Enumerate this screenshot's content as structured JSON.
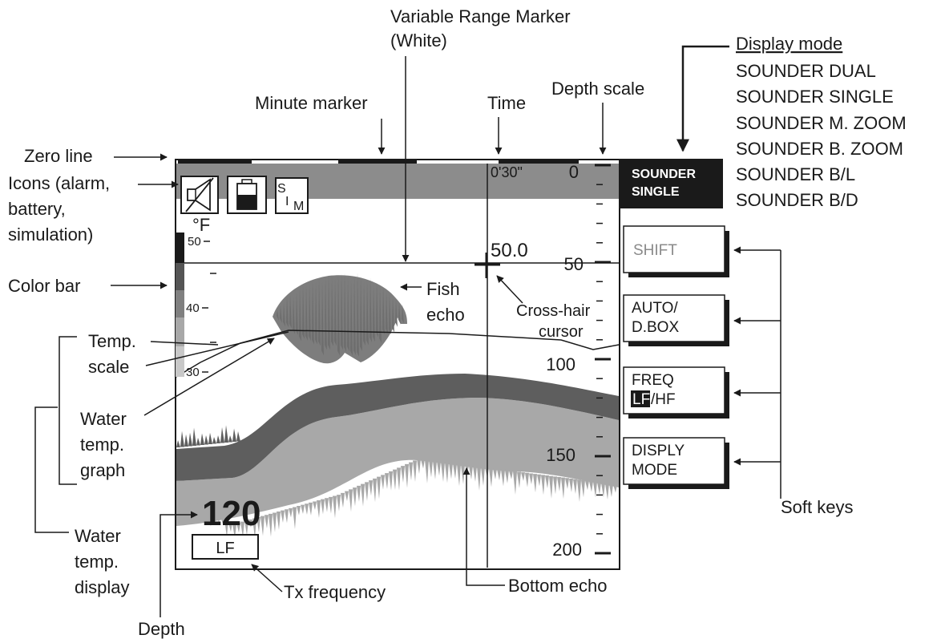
{
  "screen": {
    "time": "0'30\"",
    "cursor_depth": "50.0",
    "depth": "120",
    "tx_frequency": "LF",
    "temp_unit": "°F",
    "temp_ticks": [
      "50",
      "40",
      "30"
    ],
    "depth_ticks": [
      "0",
      "50",
      "100",
      "150",
      "200"
    ],
    "mode_box": {
      "line1": "SOUNDER",
      "line2": "SINGLE"
    },
    "sim_icon": {
      "s": "S",
      "i": "I",
      "m": "M"
    },
    "colors": {
      "frame": "#1a1a1a",
      "top_band": "#8c8c8c",
      "fish_echo": "#7a7a7a",
      "bottom_dark": "#5a5a5a",
      "bottom_light": "#a8a8a8",
      "shift_text": "#8a8a8a"
    }
  },
  "soft_keys": [
    {
      "line1": "SHIFT",
      "line2": ""
    },
    {
      "line1": "AUTO/",
      "line2": "D.BOX"
    },
    {
      "line1": "FREQ",
      "line2_hl": "LF",
      "line2_rest": "/HF"
    },
    {
      "line1": "DISPLY",
      "line2": "MODE"
    }
  ],
  "labels": {
    "vrm_line1": "Variable Range Marker",
    "vrm_line2": "(White)",
    "minute_marker": "Minute marker",
    "time": "Time",
    "depth_scale": "Depth scale",
    "display_mode_title": "Display mode",
    "display_modes": [
      "SOUNDER DUAL",
      "SOUNDER SINGLE",
      "SOUNDER M. ZOOM",
      "SOUNDER B. ZOOM",
      "SOUNDER B/L",
      "SOUNDER B/D"
    ],
    "zero_line": "Zero line",
    "icons_1": "Icons (alarm,",
    "icons_2": "battery,",
    "icons_3": "simulation)",
    "color_bar": "Color bar",
    "temp_scale_1": "Temp.",
    "temp_scale_2": "scale",
    "water_temp_graph_1": "Water",
    "water_temp_graph_2": "temp.",
    "water_temp_graph_3": "graph",
    "water_temp_display_1": "Water",
    "water_temp_display_2": "temp.",
    "water_temp_display_3": "display",
    "fish_echo_1": "Fish",
    "fish_echo_2": "echo",
    "cross_hair_1": "Cross-hair",
    "cross_hair_2": "cursor",
    "soft_keys": "Soft keys",
    "tx_frequency": "Tx frequency",
    "bottom_echo": "Bottom echo",
    "depth": "Depth"
  }
}
